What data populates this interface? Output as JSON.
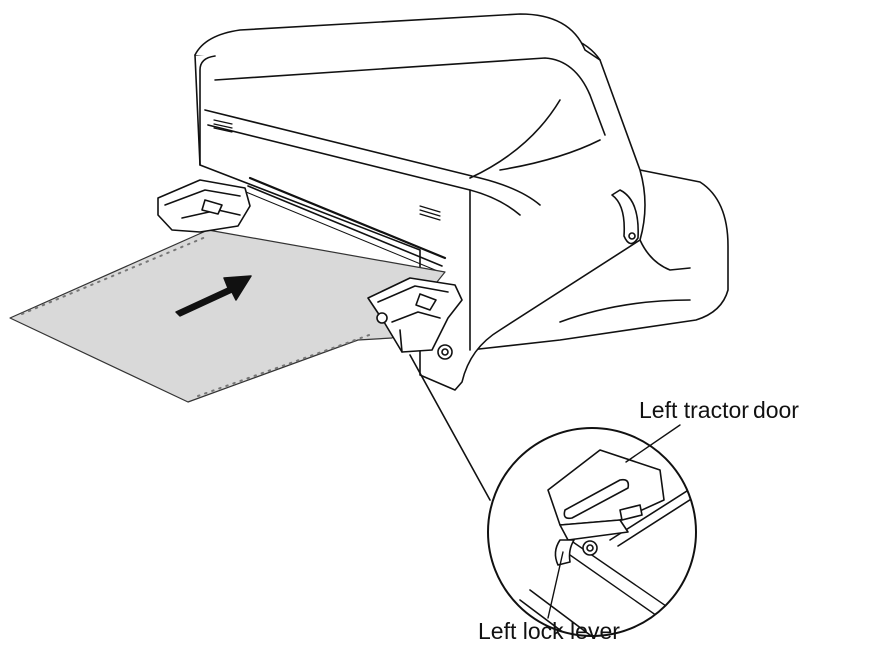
{
  "diagram": {
    "callouts": {
      "left_tractor_door": {
        "word1": "Left tractor",
        "word2": "door"
      },
      "left_lock_lever": "Left lock lever"
    },
    "colors": {
      "paper": "#d9d9d9",
      "line": "#111111",
      "printer_body": "#ffffff",
      "arrow": "#111111"
    },
    "icons": [
      "insertion-arrow-icon"
    ]
  }
}
